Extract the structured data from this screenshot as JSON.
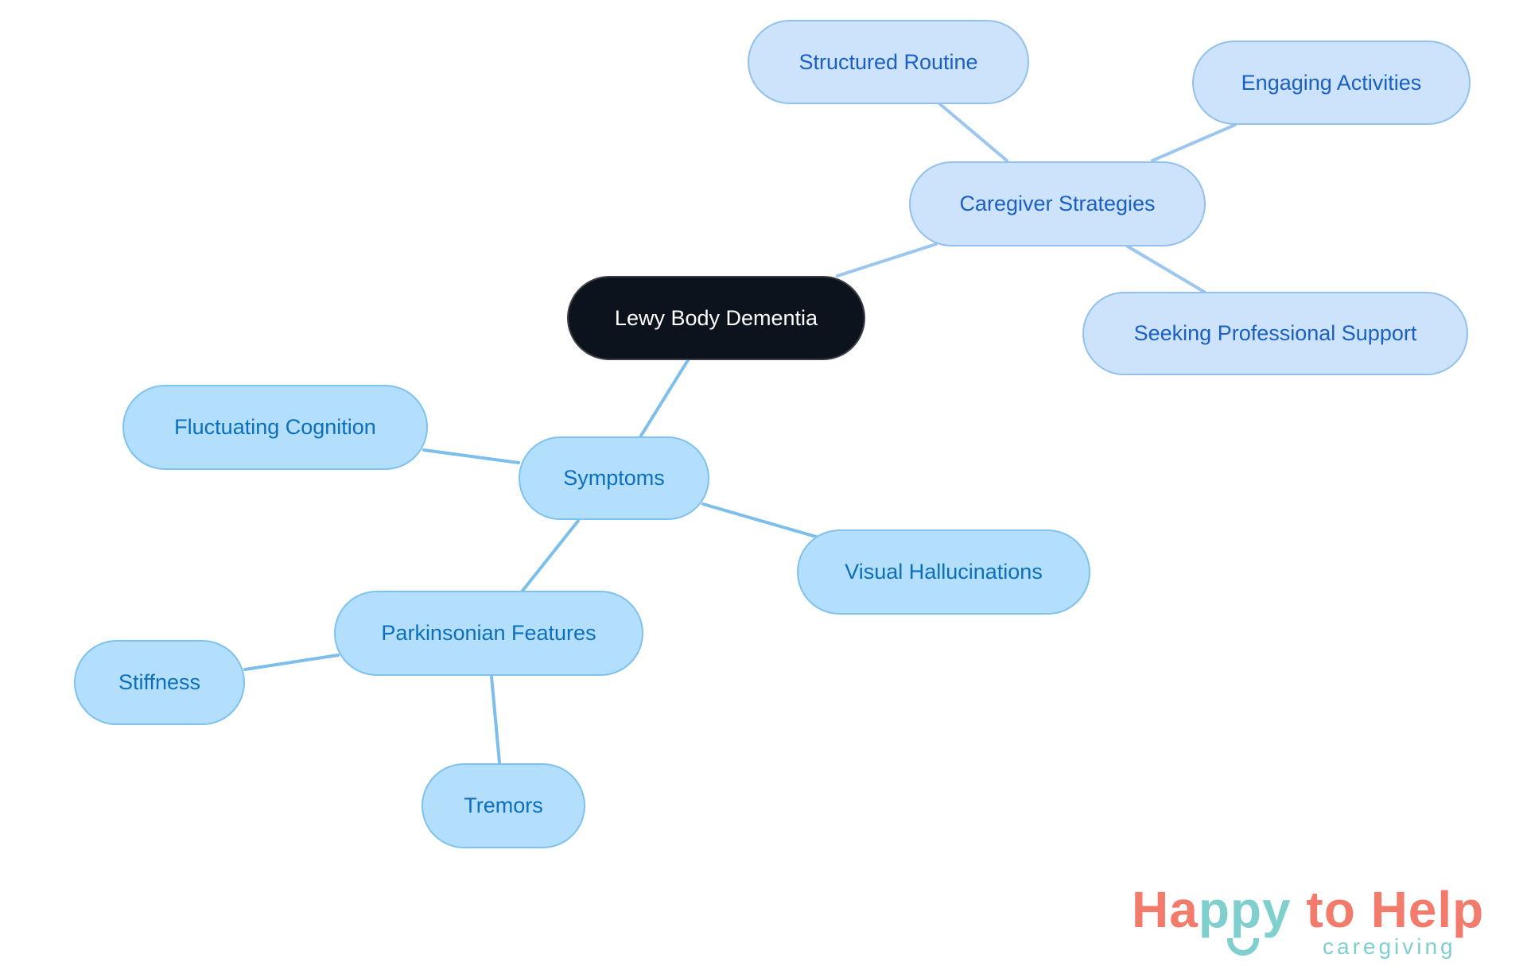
{
  "diagram": {
    "type": "mind-map",
    "root": "Lewy Body Dementia",
    "colors": {
      "root_fill": "#0d131c",
      "root_text": "#ffffff",
      "caregiver_fill": "#cde3fb",
      "caregiver_border": "#93c1ee",
      "caregiver_text": "#1a5fc4",
      "symptoms_fill": "#b3dffc",
      "symptoms_border": "#7ec2ee",
      "symptoms_text": "#0b6fbd",
      "edge_caregiver": "#9cc6ef",
      "edge_symptoms": "#7cbfec"
    },
    "nodes": {
      "root": "Lewy Body Dementia",
      "caregiver": "Caregiver Strategies",
      "structured": "Structured Routine",
      "engaging": "Engaging Activities",
      "seeking": "Seeking Professional Support",
      "symptoms": "Symptoms",
      "fluctuating": "Fluctuating Cognition",
      "visual": "Visual Hallucinations",
      "parkinsonian": "Parkinsonian Features",
      "stiffness": "Stiffness",
      "tremors": "Tremors"
    },
    "edges": [
      [
        "Lewy Body Dementia",
        "Caregiver Strategies"
      ],
      [
        "Caregiver Strategies",
        "Structured Routine"
      ],
      [
        "Caregiver Strategies",
        "Engaging Activities"
      ],
      [
        "Caregiver Strategies",
        "Seeking Professional Support"
      ],
      [
        "Lewy Body Dementia",
        "Symptoms"
      ],
      [
        "Symptoms",
        "Fluctuating Cognition"
      ],
      [
        "Symptoms",
        "Visual Hallucinations"
      ],
      [
        "Symptoms",
        "Parkinsonian Features"
      ],
      [
        "Parkinsonian Features",
        "Stiffness"
      ],
      [
        "Parkinsonian Features",
        "Tremors"
      ]
    ]
  },
  "logo": {
    "part1": "Ha",
    "part2": "ppy",
    "part3": " to Help",
    "subtitle": "caregiving"
  }
}
